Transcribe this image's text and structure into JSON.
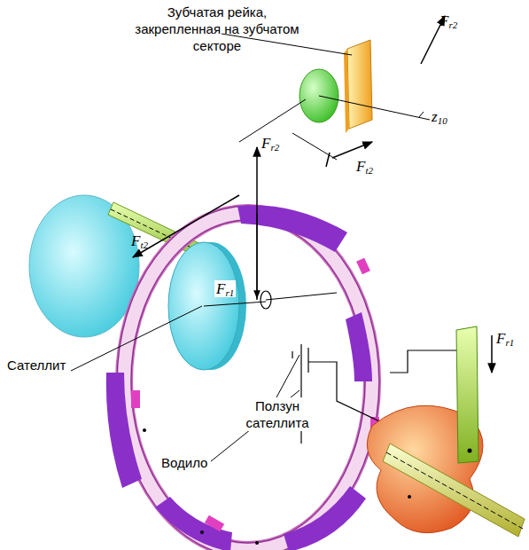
{
  "diagram": {
    "labels": [
      "Зубчатая рейка, закрепленная на зубчатом секторе",
      "Fr2",
      "Ft2",
      "z10",
      "Fr2",
      "Ft2",
      "Fr1",
      "Сателлит",
      "Ползун сателлита",
      "Водило",
      "Fr1"
    ]
  }
}
